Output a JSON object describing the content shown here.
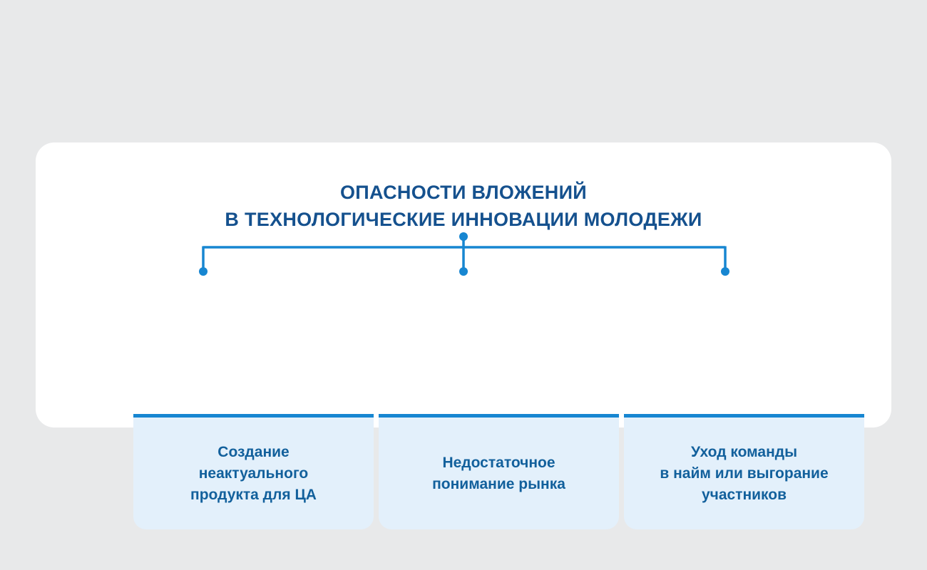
{
  "title": {
    "text": "ОПАСНОСТИ ВЛОЖЕНИЙ\nВ ТЕХНОЛОГИЧЕСКИЕ ИННОВАЦИИ МОЛОДЕЖИ"
  },
  "boxes": [
    {
      "label": "Создание\nнеактуального\nпродукта для ЦА"
    },
    {
      "label": "Недостаточное\nпонимание рынка"
    },
    {
      "label": "Уход команды\nв найм или выгорание\nучастников"
    }
  ],
  "colors": {
    "page_bg": "#e8e9ea",
    "card_bg": "#ffffff",
    "accent_line": "#1786d1",
    "box_fill": "#e3f0fb",
    "title_text": "#15518e",
    "box_text": "#12609c"
  }
}
